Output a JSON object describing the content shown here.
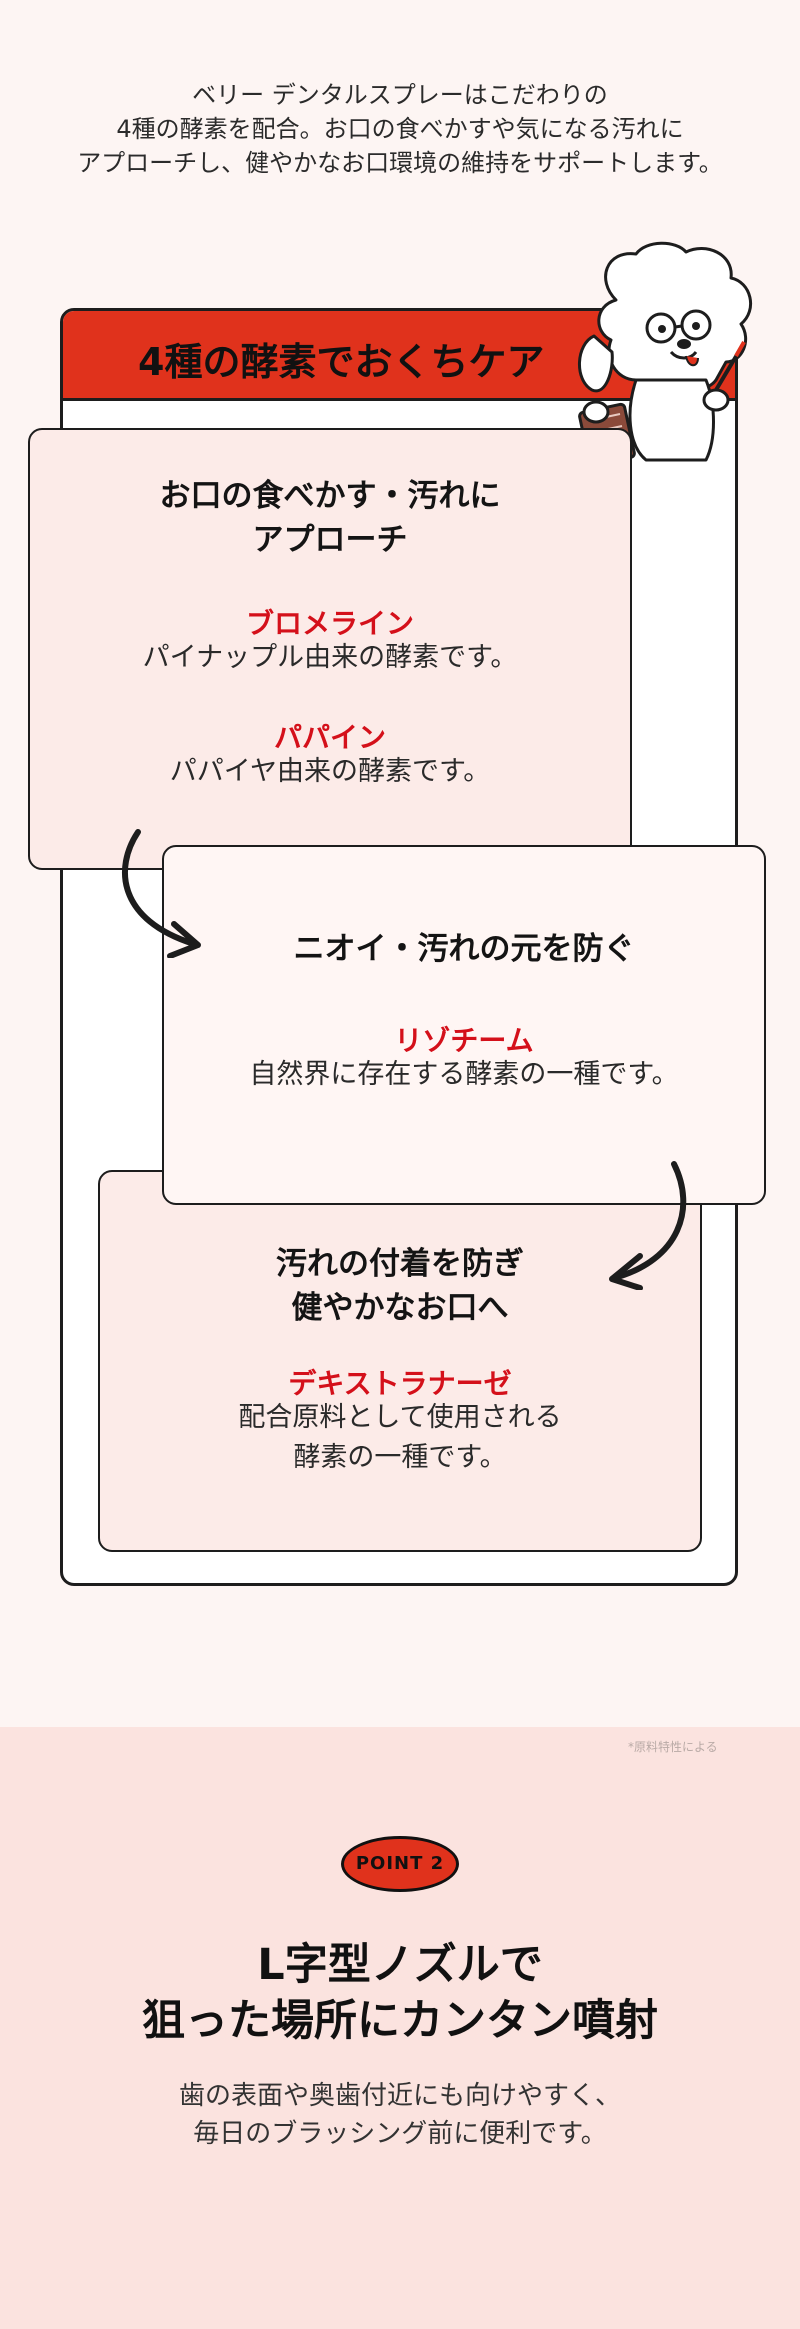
{
  "intro": {
    "line1": "ベリー デンタルスプレーはこだわりの",
    "line2": "4種の酵素を配合。お口の食べかすや気になる汚れに",
    "line3": "アプローチし、健やかなお口環境の維持をサポートします。"
  },
  "frame": {
    "title": "4種の酵素でおくちケア"
  },
  "card1": {
    "heading1": "お口の食べかす・汚れに",
    "heading2": "アプローチ",
    "enzyme1_name": "ブロメライン",
    "enzyme1_desc": "パイナップル由来の酵素です。",
    "enzyme2_name": "パパイン",
    "enzyme2_desc": "パパイヤ由来の酵素です。"
  },
  "card2": {
    "heading": "ニオイ・汚れの元を防ぐ",
    "enzyme_name": "リゾチーム",
    "enzyme_desc": "自然界に存在する酵素の一種です。"
  },
  "card3": {
    "heading1": "汚れの付着を防ぎ",
    "heading2": "健やかなお口へ",
    "enzyme_name": "デキストラナーゼ",
    "desc1": "配合原料として使用される",
    "desc2": "酵素の一種です。"
  },
  "note": "*原料特性による",
  "point": {
    "badge": "POINT 2",
    "title1": "L字型ノズルで",
    "title2": "狙った場所にカンタン噴射",
    "text1": "歯の表面や奥歯付近にも向けやすく、",
    "text2": "毎日のブラッシング前に便利です。"
  },
  "colors": {
    "accent_red": "#e0321c",
    "enzyme_name_red": "#d4101a",
    "background": "#fdf5f3",
    "card_pink": "#fcebe8"
  },
  "icons": [
    "dog-mascot-icon",
    "curved-arrow-icon"
  ]
}
